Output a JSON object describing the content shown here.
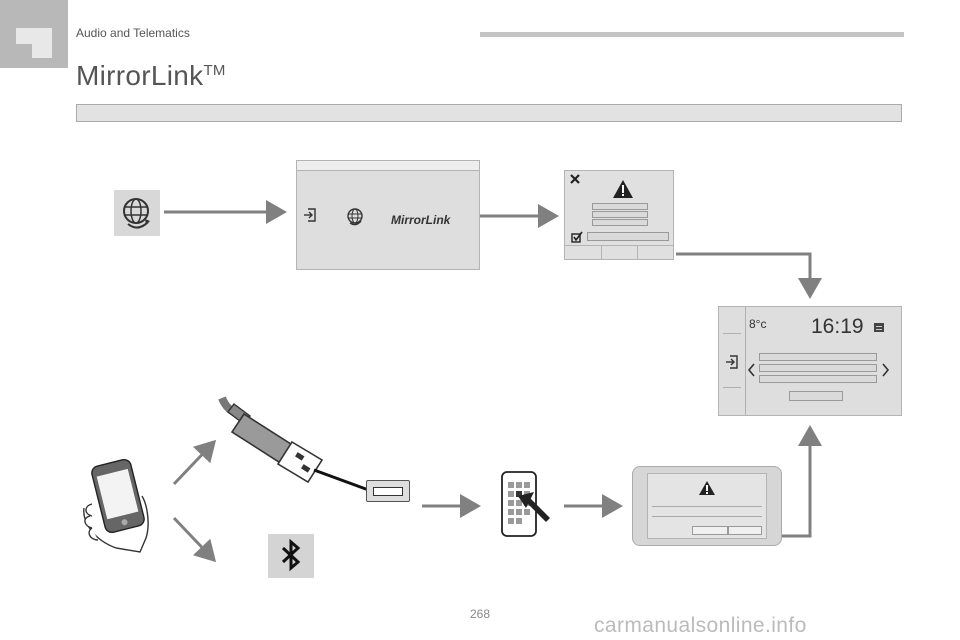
{
  "header": {
    "section": "Audio and Telematics",
    "title": "MirrorLink",
    "title_tm": "TM"
  },
  "screen_source": {
    "label": "MirrorLink"
  },
  "home_screen": {
    "temperature": "8°c",
    "time": "16:19"
  },
  "footer": {
    "page_number": "268",
    "watermark": "carmanualsonline.info"
  },
  "icons": {
    "connectivity": "globe-arrow-icon",
    "source": "source-input-icon",
    "warning": "warning-icon",
    "close": "close-icon",
    "checkbox": "checkbox-icon",
    "usb_cable": "usb-cable-icon",
    "usb_port": "usb-port-icon",
    "smartphone": "smartphone-hand-icon",
    "phone_app": "phone-app-touch-icon",
    "bluetooth": "bluetooth-icon"
  },
  "colors": {
    "arrow": "#808080",
    "panel": "#dedede",
    "text": "#555555"
  }
}
